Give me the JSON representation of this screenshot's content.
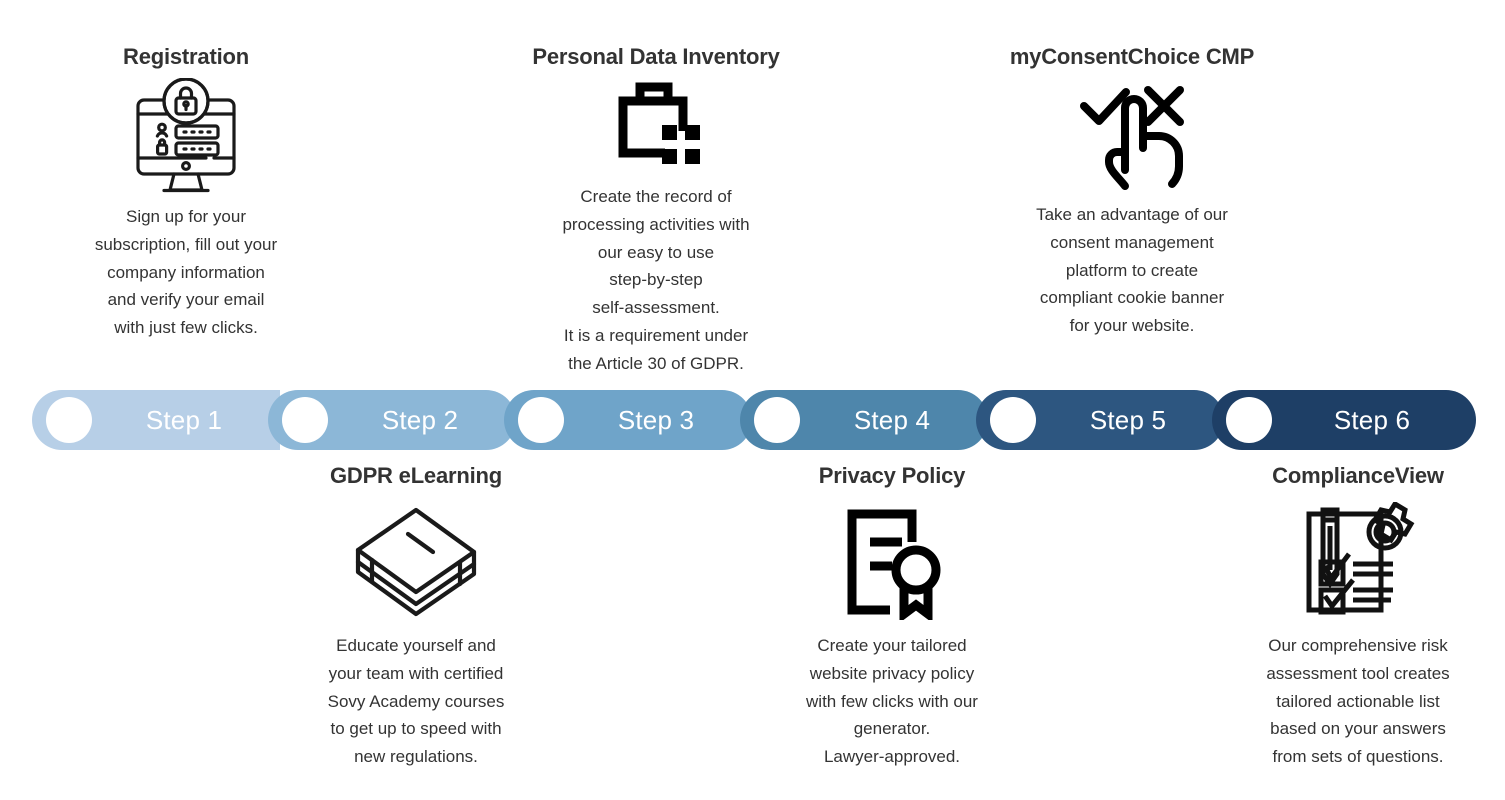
{
  "diagram": {
    "title_hidden": "",
    "background_color": "#ffffff",
    "text_color": "#333333"
  },
  "steps": [
    {
      "label": "Step 1",
      "color": "#b7cfe7",
      "knob_color": "#ffffff"
    },
    {
      "label": "Step 2",
      "color": "#8cb7d7",
      "knob_color": "#ffffff"
    },
    {
      "label": "Step 3",
      "color": "#6fa4c9",
      "knob_color": "#ffffff"
    },
    {
      "label": "Step 4",
      "color": "#4e86ab",
      "knob_color": "#ffffff"
    },
    {
      "label": "Step 5",
      "color": "#2d5680",
      "knob_color": "#ffffff"
    },
    {
      "label": "Step 6",
      "color": "#1e3f66",
      "knob_color": "#ffffff"
    }
  ],
  "cards": {
    "registration": {
      "title": "Registration",
      "icon": "monitor-login-lock-icon",
      "description": "Sign up for your\nsubscription, fill out your\ncompany information\nand verify your email\nwith just few clicks."
    },
    "personal_data_inventory": {
      "title": "Personal Data Inventory",
      "icon": "briefcase-grid-icon",
      "description": "Create the record of\nprocessing activities with\nour easy to use\nstep-by-step\nself-assessment.\nIt is a requirement under\nthe Article 30 of GDPR."
    },
    "consent_cmp": {
      "title": "myConsentChoice CMP",
      "icon": "hand-pointer-check-cross-icon",
      "description": "Take an advantage of our\nconsent management\nplatform to create\ncompliant cookie banner\nfor your website."
    },
    "elearning": {
      "title": "GDPR eLearning",
      "icon": "books-stack-icon",
      "description": "Educate yourself and\nyour team with certified\nSovy Academy courses\nto get up to speed with\nnew regulations."
    },
    "privacy_policy": {
      "title": "Privacy Policy",
      "icon": "document-certificate-icon",
      "description": "Create your tailored\nwebsite privacy policy\nwith few clicks with our\ngenerator.\nLawyer-approved."
    },
    "compliance_view": {
      "title": "ComplianceView",
      "icon": "checklist-gear-icon",
      "description": "Our comprehensive risk\nassessment tool creates\ntailored actionable list\nbased on your answers\nfrom sets of questions."
    }
  }
}
